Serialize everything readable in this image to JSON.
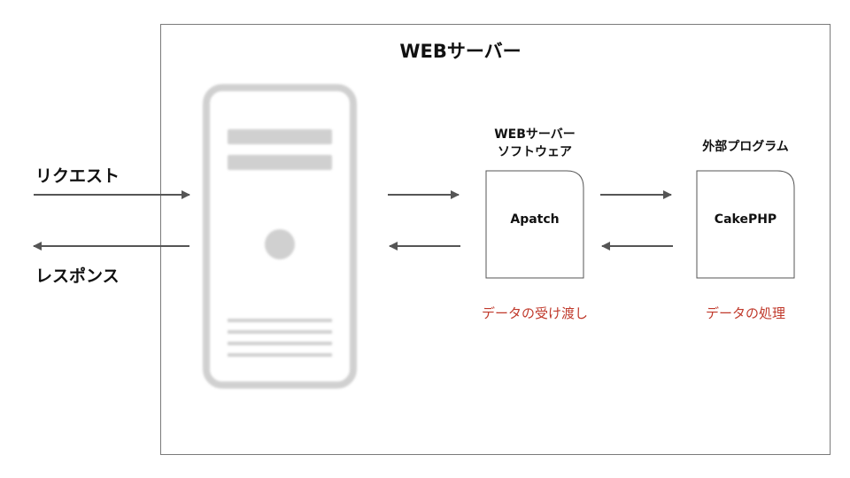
{
  "server": {
    "title": "WEBサーバー"
  },
  "client": {
    "request_label": "リクエスト",
    "response_label": "レスポンス"
  },
  "webserver_software": {
    "heading_line1": "WEBサーバー",
    "heading_line2": "ソフトウェア",
    "name": "Apatch",
    "caption": "データの受け渡し"
  },
  "external_program": {
    "heading": "外部プログラム",
    "name": "CakePHP",
    "caption": "データの処理"
  },
  "colors": {
    "border": "#7a7a7a",
    "arrow": "#555555",
    "tower": "#d0d0d0",
    "caption": "#c0392b",
    "text": "#111111"
  }
}
